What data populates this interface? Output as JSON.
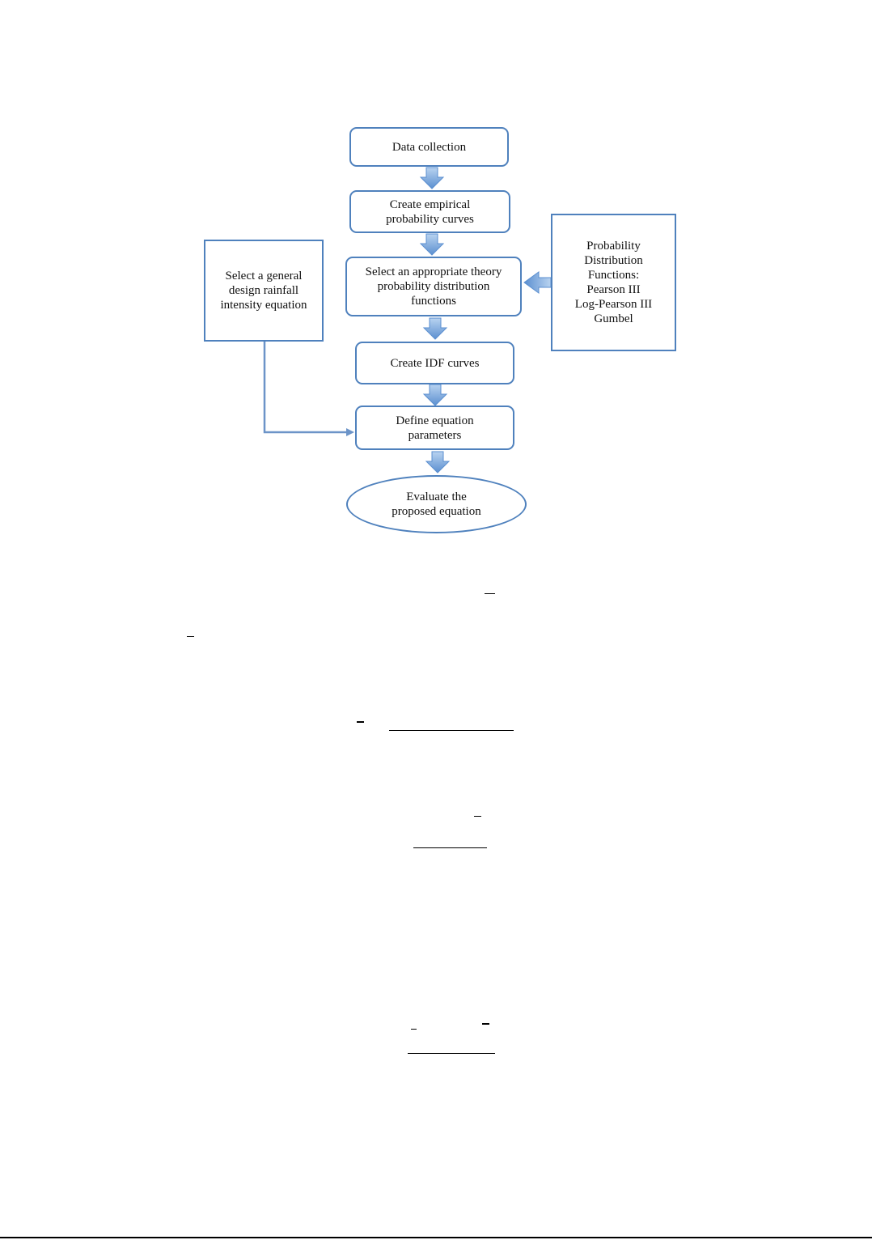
{
  "flowchart": {
    "data_collection": "Data collection",
    "create_empirical": "Create empirical\nprobability curves",
    "select_theory": "Select an appropriate theory\nprobability distribution\nfunctions",
    "create_idf": "Create IDF curves",
    "define_parameters": "Define equation\nparameters",
    "evaluate": "Evaluate the\nproposed equation",
    "select_general": "Select a general\ndesign rainfall\nintensity equation",
    "distribution_functions": "Probability\nDistribution\nFunctions:\nPearson III\nLog-Pearson III\nGumbel"
  },
  "colors": {
    "box_border": "#4f81bd",
    "arrow_fill_top": "#b9d3f0",
    "arrow_fill_bottom": "#5b8fd0",
    "connector": "#6c94c8"
  }
}
